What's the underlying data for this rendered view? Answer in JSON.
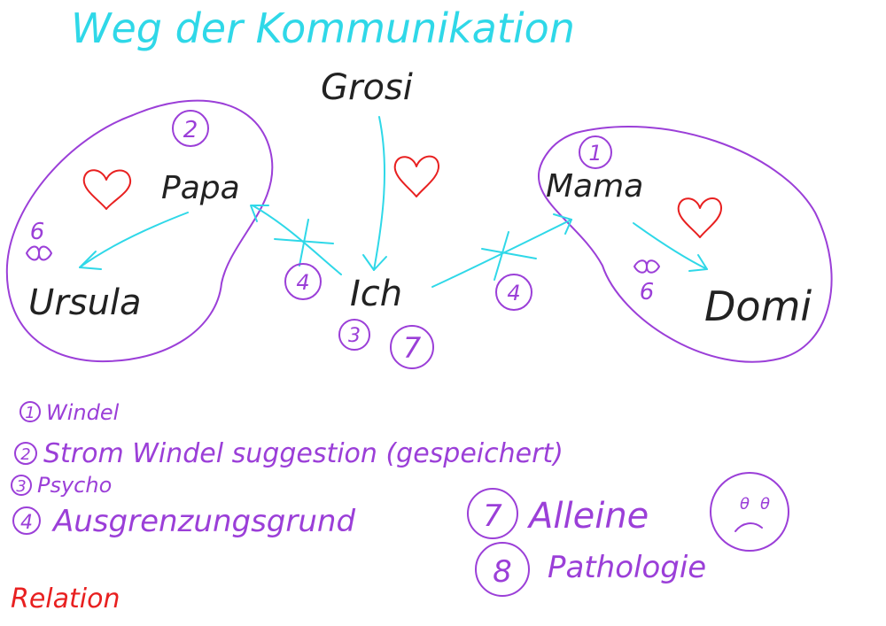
{
  "title": "Weg der Kommunikation",
  "nodes": {
    "grosi": "Grosi",
    "papa": "Papa",
    "ursula": "Ursula",
    "ich": "Ich",
    "mama": "Mama",
    "domi": "Domi"
  },
  "badges": {
    "papa_group": "2",
    "mama_group": "1",
    "ich_left_link": "4",
    "ich_right_link": "4",
    "ich_a": "3",
    "ich_b": "7",
    "left_vertical": "6",
    "right_vertical": "6"
  },
  "legend": [
    {
      "num": "1",
      "text": "Windel"
    },
    {
      "num": "2",
      "text": "Strom Windel suggestion (gespeichert)"
    },
    {
      "num": "3",
      "text": "Psycho"
    },
    {
      "num": "4",
      "text": "Ausgrenzungsgrund"
    }
  ],
  "legend_right": [
    {
      "num": "7",
      "text": "Alleine"
    },
    {
      "num": "8",
      "text": "Pathologie"
    }
  ],
  "footer": "Relation",
  "colors": {
    "title": "#2fd8e8",
    "links": "#2fd8e8",
    "groups": "#9b3fd8",
    "hearts": "#e82020",
    "footer": "#e82020"
  }
}
